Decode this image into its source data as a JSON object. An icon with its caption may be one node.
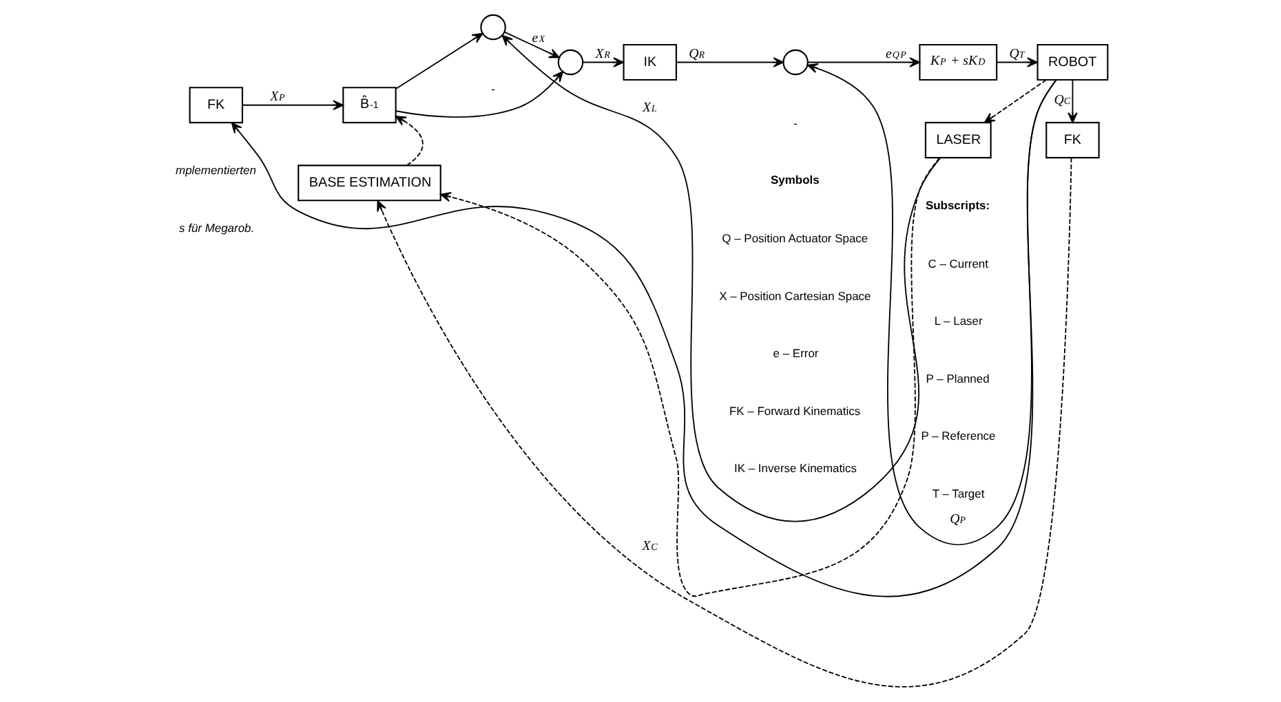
{
  "diagram": {
    "nodes": [
      {
        "text": [
          "FK"
        ]
      },
      {
        "text": [
          "B̂$^{-1}$"
        ]
      },
      {
        "text": [],
        "shape": "circle"
      },
      {
        "text": [],
        "shape": "circle"
      },
      {
        "text": [
          "IK"
        ]
      },
      {
        "text": [],
        "shape": "circle"
      },
      {
        "text": [
          "K$_{P}$ + sK$_{D}$"
        ]
      },
      {
        "text": [
          "ROBOT"
        ]
      },
      {
        "text": [
          "LASER"
        ]
      },
      {
        "text": [
          "BASE ESTIMATION"
        ]
      },
      {
        "text": [
          "FK"
        ]
      }
    ],
    "edges": [
      {
        "from": 7,
        "to": 0,
        "arrow": "to"
      },
      {
        "from": 7,
        "to": 5,
        "arrow": "to",
        "label": "Q$_{P}$"
      },
      {
        "from": 0,
        "to": 1,
        "arrow": "to",
        "label": "X$_{P}$"
      },
      {
        "from": 1,
        "to": 2,
        "arrow": "to"
      },
      {
        "from": 1,
        "to": 3,
        "arrow": "to"
      },
      {
        "from": 2,
        "to": 3,
        "arrow": "to",
        "label": "e$_{X}$"
      },
      {
        "from": 3,
        "to": 4,
        "arrow": "to",
        "label": "X$_{R}$"
      },
      {
        "from": 4,
        "to": 5,
        "arrow": "to",
        "label": "Q$_{R}$"
      },
      {
        "from": 5,
        "to": 6,
        "arrow": "to",
        "label": "e$_{Q}$$_{P}$"
      },
      {
        "from": 6,
        "to": 7,
        "arrow": "to",
        "label": "Q$_{T}$"
      },
      {
        "from": 7,
        "to": 8,
        "arrow": "to",
        "style": "dashed"
      },
      {
        "from": 8,
        "to": 2,
        "arrow": "to",
        "label": "X$_{L}$"
      },
      {
        "from": 8,
        "to": 9,
        "arrow": "to",
        "style": "dashed"
      },
      {
        "from": 9,
        "to": 1,
        "arrow": "to",
        "style": "dashed"
      },
      {
        "from": 7,
        "to": 10,
        "arrow": "to",
        "label": "Q$_{C}$"
      },
      {
        "from": 10,
        "to": 9,
        "arrow": "to",
        "style": "dashed",
        "label": "X$_{C}$"
      }
    ],
    "labels": [
      "-",
      "-",
      "Symbols",
      "Subscripts:",
      "Q – Position Actuator Space",
      "C – Current",
      "X – Position Cartesian Space",
      "L – Laser",
      "e – Error",
      "P – Planned",
      "FK – Forward Kinematics",
      "P – Reference",
      "IK – Inverse Kinematics",
      "T – Target",
      "mplementierten",
      "s für Megarob."
    ]
  }
}
